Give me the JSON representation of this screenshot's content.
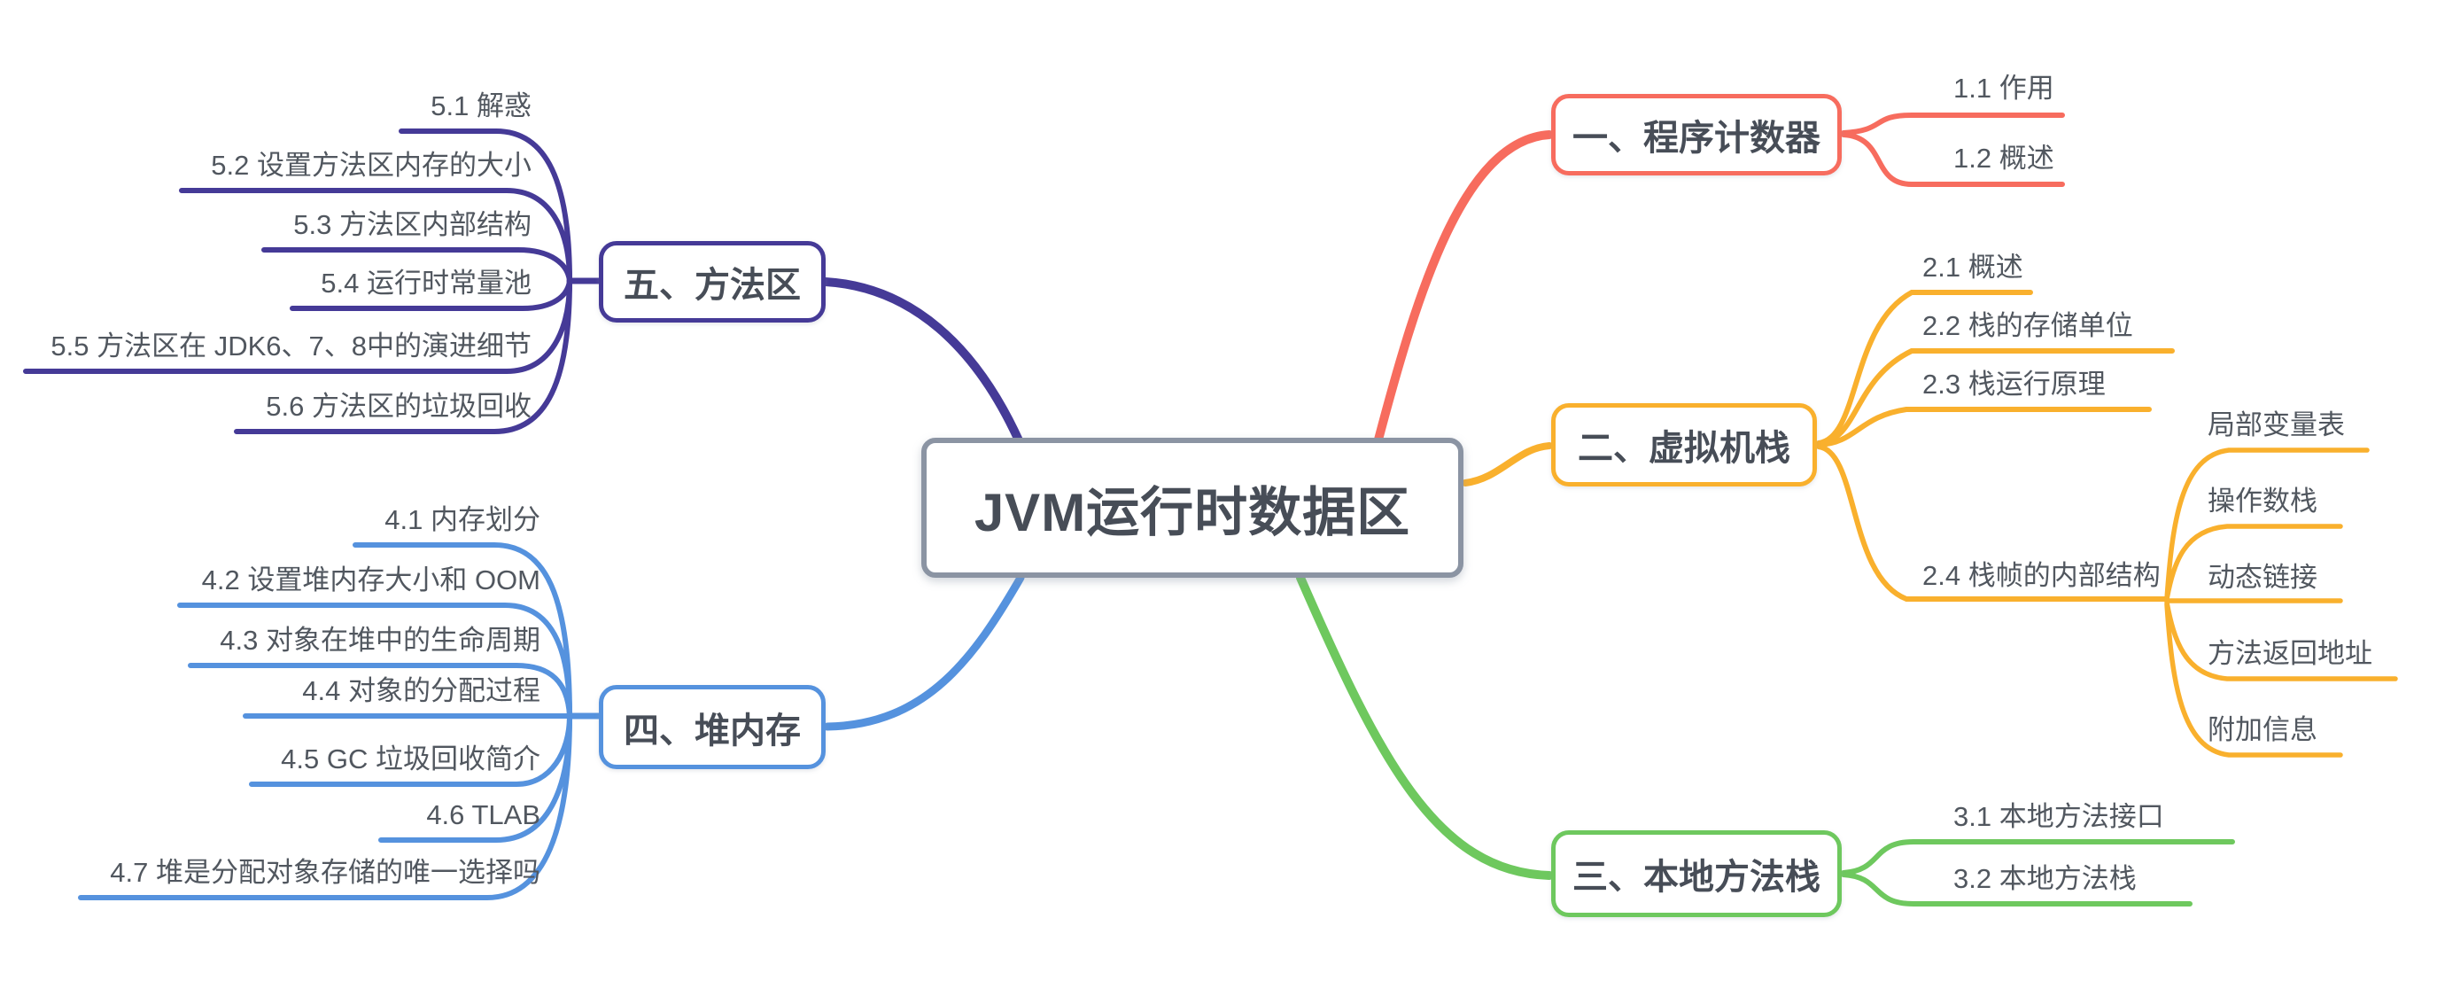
{
  "root": {
    "label": "JVM运行时数据区",
    "border_color": "#8b94a3",
    "text_color": "#474d57"
  },
  "canvas": {
    "background": "#ffffff"
  },
  "branches": [
    {
      "key": "program-counter",
      "label": "一、程序计数器",
      "color": "#f76c5e",
      "children": [
        {
          "label": "1.1 作用"
        },
        {
          "label": "1.2 概述"
        }
      ]
    },
    {
      "key": "vm-stack",
      "label": "二、虚拟机栈",
      "color": "#f9b02d",
      "children": [
        {
          "label": "2.1 概述"
        },
        {
          "label": "2.2 栈的存储单位"
        },
        {
          "label": "2.3 栈运行原理"
        },
        {
          "label": "2.4 栈帧的内部结构",
          "children": [
            {
              "label": "局部变量表"
            },
            {
              "label": "操作数栈"
            },
            {
              "label": "动态链接"
            },
            {
              "label": "方法返回地址"
            },
            {
              "label": "附加信息"
            }
          ]
        }
      ]
    },
    {
      "key": "native-method-stack",
      "label": "三、本地方法栈",
      "color": "#6ec85e",
      "children": [
        {
          "label": "3.1 本地方法接口"
        },
        {
          "label": "3.2 本地方法栈"
        }
      ]
    },
    {
      "key": "heap",
      "label": "四、堆内存",
      "color": "#5592de",
      "children": [
        {
          "label": "4.1 内存划分"
        },
        {
          "label": "4.2 设置堆内存大小和 OOM"
        },
        {
          "label": "4.3 对象在堆中的生命周期"
        },
        {
          "label": "4.4 对象的分配过程"
        },
        {
          "label": "4.5 GC 垃圾回收简介"
        },
        {
          "label": "4.6 TLAB"
        },
        {
          "label": "4.7 堆是分配对象存储的唯一选择吗"
        }
      ]
    },
    {
      "key": "method-area",
      "label": "五、方法区",
      "color": "#453a97",
      "children": [
        {
          "label": "5.1 解惑"
        },
        {
          "label": "5.2 设置方法区内存的大小"
        },
        {
          "label": "5.3 方法区内部结构"
        },
        {
          "label": "5.4 运行时常量池"
        },
        {
          "label": "5.5 方法区在 JDK6、7、8中的演进细节"
        },
        {
          "label": "5.6 方法区的垃圾回收"
        }
      ]
    }
  ]
}
